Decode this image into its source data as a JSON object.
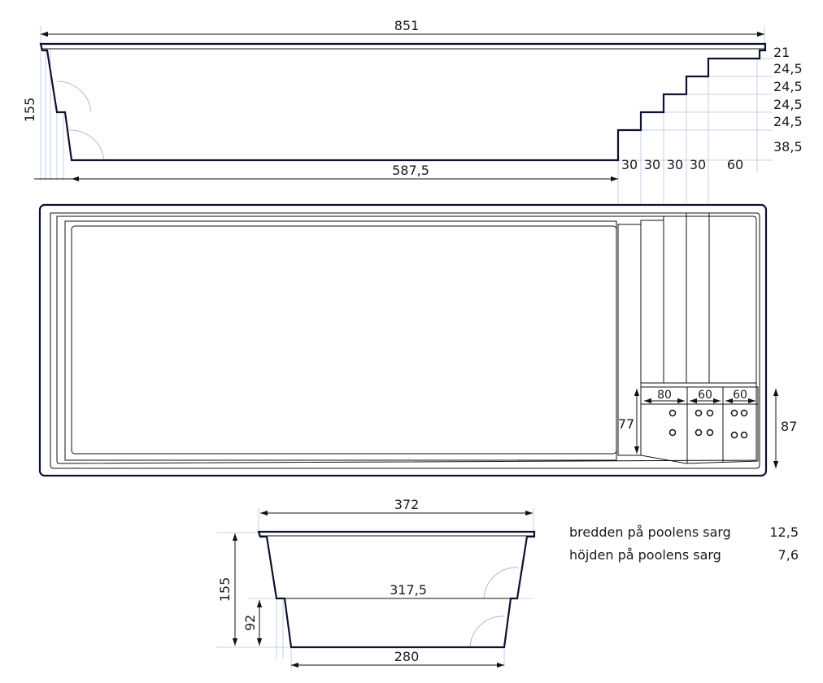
{
  "side_view": {
    "length": "851",
    "depth": "155",
    "floor_length": "587,5",
    "step_heights": [
      "21",
      "24,5",
      "24,5",
      "24,5",
      "24,5",
      "38,5"
    ],
    "step_widths": [
      "30",
      "30",
      "30",
      "30",
      "60"
    ]
  },
  "plan_view": {
    "bench_widths": [
      "80",
      "60",
      "60"
    ],
    "bench_depth": "77",
    "bench_total": "87"
  },
  "end_view": {
    "top_width": "372",
    "mid_width": "317,5",
    "bottom_width": "280",
    "depth": "155",
    "shallow_depth": "92"
  },
  "notes": [
    {
      "label": "bredden på poolens sarg",
      "value": "12,5"
    },
    {
      "label": "höjden på poolens sarg",
      "value": "7,6"
    }
  ]
}
